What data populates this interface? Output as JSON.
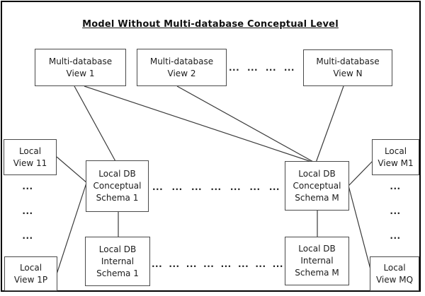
{
  "title": "Model Without Multi-database Conceptual Level",
  "nodes": {
    "mdb_view_1": {
      "line1": "Multi-database",
      "line2": "View 1"
    },
    "mdb_view_2": {
      "line1": "Multi-database",
      "line2": "View 2"
    },
    "mdb_view_n": {
      "line1": "Multi-database",
      "line2": "View N"
    },
    "local_view_11": {
      "line1": "Local",
      "line2": "View 11"
    },
    "local_view_1p": {
      "line1": "Local",
      "line2": "View 1P"
    },
    "local_view_m1": {
      "line1": "Local",
      "line2": "View M1"
    },
    "local_view_mq": {
      "line1": "Local",
      "line2": "View MQ"
    },
    "conceptual_schema_1": {
      "line1": "Local DB",
      "line2": "Conceptual",
      "line3": "Schema 1"
    },
    "conceptual_schema_m": {
      "line1": "Local DB",
      "line2": "Conceptual",
      "line3": "Schema M"
    },
    "internal_schema_1": {
      "line1": "Local DB",
      "line2": "Internal",
      "line3": "Schema 1"
    },
    "internal_schema_m": {
      "line1": "Local DB",
      "line2": "Internal",
      "line3": "Schema M"
    }
  },
  "ellipsis": "...",
  "colors": {
    "background": "#ffffff",
    "frame_border": "#000000",
    "box_border": "#4a4a4a",
    "connector_line": "#3a3a3a",
    "text": "#1c1c1c"
  }
}
